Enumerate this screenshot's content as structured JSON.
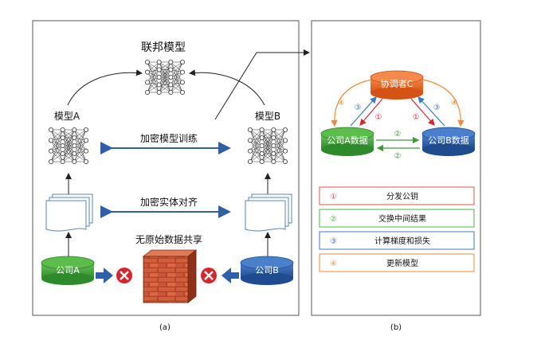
{
  "panel_a": {
    "title": "联邦模型",
    "model_a": "模型A",
    "model_b": "模型B",
    "encrypted_training": "加密模型训练",
    "encrypted_alignment": "加密实体对齐",
    "no_raw_sharing": "无原始数据共享",
    "company_a": "公司A",
    "company_b": "公司B",
    "caption": "(a)"
  },
  "panel_b": {
    "coordinator": "协调者C",
    "company_a_data": "公司A数据",
    "company_b_data": "公司B数据",
    "step_1": "①",
    "step_2": "②",
    "step_3": "③",
    "step_4": "④",
    "legend": [
      {
        "num": "①",
        "label": "分发公钥"
      },
      {
        "num": "②",
        "label": "交换中间结果"
      },
      {
        "num": "③",
        "label": "计算梯度和损失"
      },
      {
        "num": "④",
        "label": "更新模型"
      }
    ],
    "caption": "(b)"
  },
  "colors": {
    "green": "#3e9a3a",
    "blue": "#2f5fa8",
    "orange": "#e8641e",
    "red": "#d6262d",
    "step1": "#d9534f",
    "step2": "#56b04a",
    "step3": "#3f77c0",
    "step4": "#ee8a3c"
  }
}
